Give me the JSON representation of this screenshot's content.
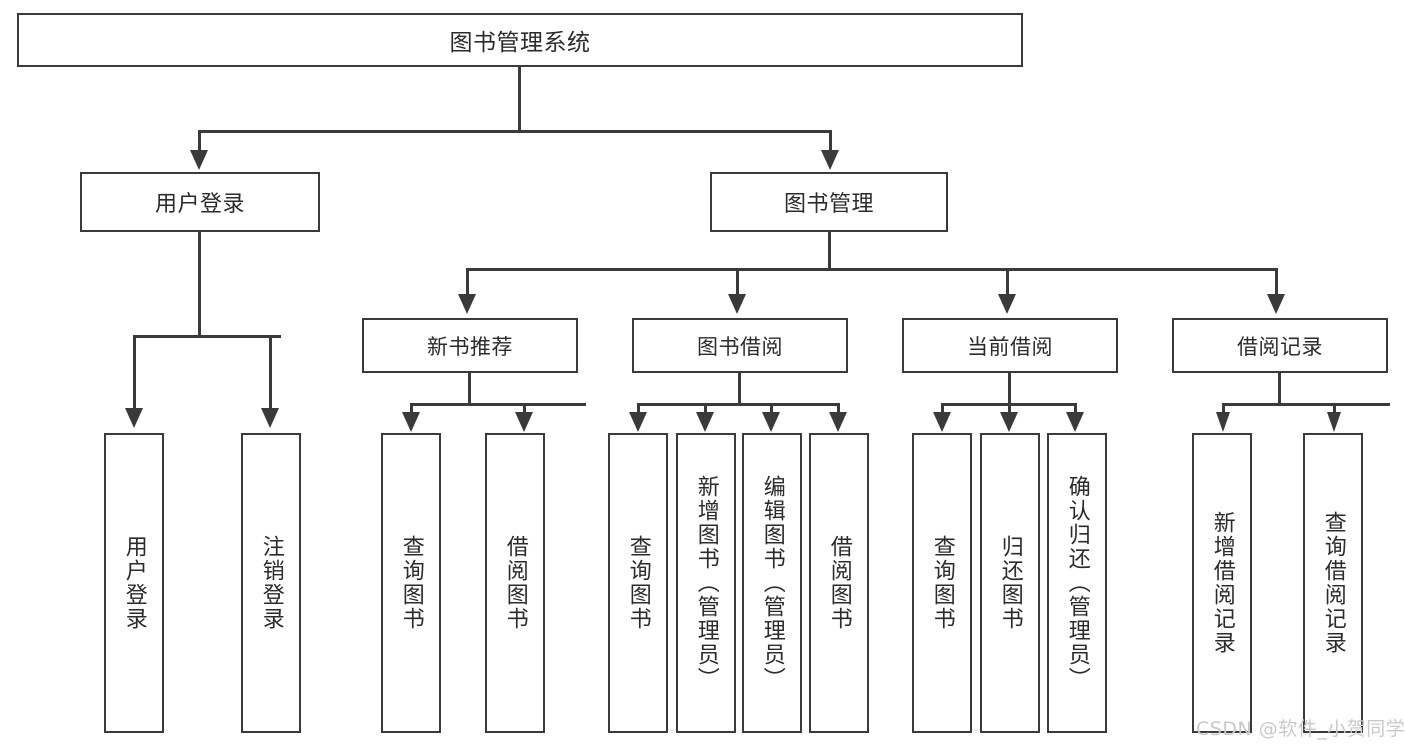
{
  "diagram": {
    "title": "图书管理系统",
    "type": "tree",
    "background": "#ffffff",
    "line_color": "#3a3a3a",
    "text_color": "#2b2b2b",
    "nodes": {
      "root": {
        "label": "图书管理系统"
      },
      "level2": [
        {
          "id": "user-login",
          "label": "用户登录"
        },
        {
          "id": "book-manage",
          "label": "图书管理"
        }
      ],
      "level3": [
        {
          "id": "new-book-recommend",
          "label": "新书推荐"
        },
        {
          "id": "book-borrow",
          "label": "图书借阅"
        },
        {
          "id": "current-borrow",
          "label": "当前借阅"
        },
        {
          "id": "borrow-record",
          "label": "借阅记录"
        }
      ],
      "leaves": {
        "user_login": [
          {
            "id": "leaf-user-login",
            "label": "用户登录"
          },
          {
            "id": "leaf-logout-login",
            "label": "注销登录"
          }
        ],
        "new_book_recommend": [
          {
            "id": "leaf-query-book-1",
            "label": "查询图书"
          },
          {
            "id": "leaf-borrow-book-1",
            "label": "借阅图书"
          }
        ],
        "book_borrow": [
          {
            "id": "leaf-query-book-2",
            "label": "查询图书"
          },
          {
            "id": "leaf-add-book-admin",
            "label": "新增图书（管理员）"
          },
          {
            "id": "leaf-edit-book-admin",
            "label": "编辑图书（管理员）"
          },
          {
            "id": "leaf-borrow-book-2",
            "label": "借阅图书"
          }
        ],
        "current_borrow": [
          {
            "id": "leaf-query-book-3",
            "label": "查询图书"
          },
          {
            "id": "leaf-return-book",
            "label": "归还图书"
          },
          {
            "id": "leaf-confirm-return-admin",
            "label": "确认归还（管理员）"
          }
        ],
        "borrow_record": [
          {
            "id": "leaf-add-borrow-record",
            "label": "新增借阅记录"
          },
          {
            "id": "leaf-query-borrow-record",
            "label": "查询借阅记录"
          }
        ]
      }
    },
    "watermark": "CSDN @软件_小贺同学"
  }
}
